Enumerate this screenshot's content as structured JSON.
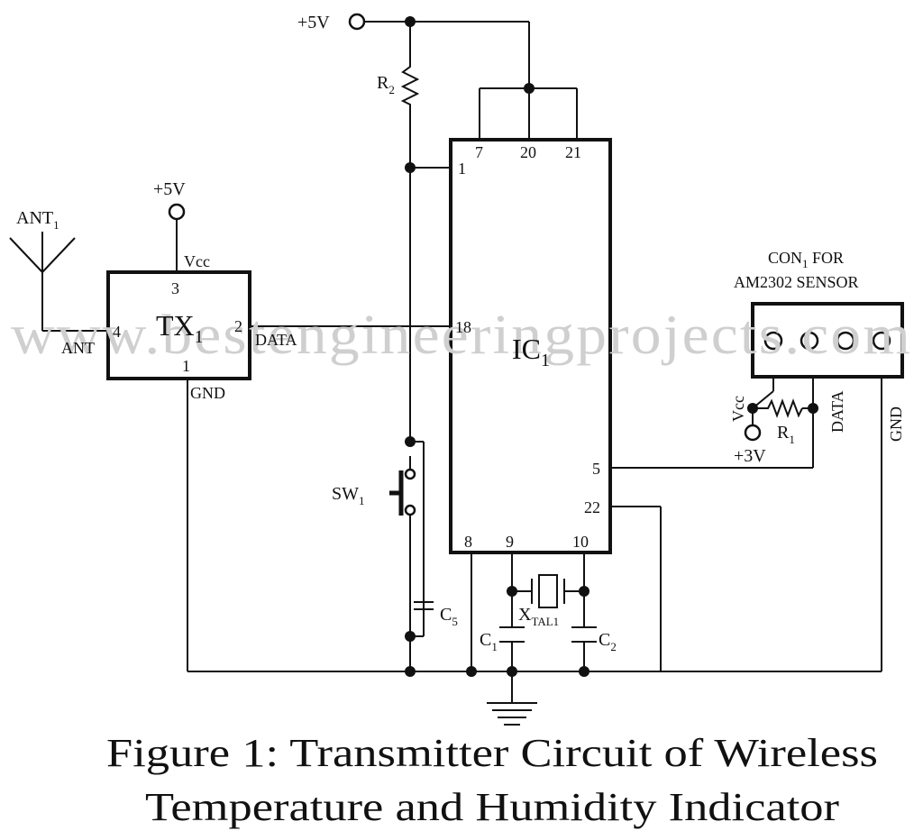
{
  "watermark": "www.bestengineeringprojects.com",
  "caption": {
    "line1": "Figure 1: Transmitter Circuit of Wireless",
    "line2": "Temperature and Humidity Indicator"
  },
  "labels": {
    "v5_top": "+5V",
    "v5_tx": "+5V",
    "v3": "+3V",
    "r2": "R",
    "r2_sub": "2",
    "r1": "R",
    "r1_sub": "1",
    "ant": "ANT",
    "ant_sub": "1",
    "ant_pin": "ANT",
    "tx": "TX",
    "tx_sub": "1",
    "tx_vcc": "Vcc",
    "tx_data": "DATA",
    "tx_gnd": "GND",
    "ic": "IC",
    "ic_sub": "1",
    "sw": "SW",
    "sw_sub": "1",
    "c5": "C",
    "c5_sub": "5",
    "c1": "C",
    "c1_sub": "1",
    "c2": "C",
    "c2_sub": "2",
    "xtal": "X",
    "xtal_sub": "TAL1",
    "con_line1_a": "CON",
    "con_line1_sub": "1",
    "con_line1_b": " FOR",
    "con_line2": "AM2302 SENSOR",
    "con_vcc": "Vcc",
    "con_data": "DATA",
    "con_gnd": "GND"
  },
  "pins": {
    "tx": {
      "p3": "3",
      "p4": "4",
      "p2": "2",
      "p1": "1"
    },
    "ic": {
      "p7": "7",
      "p20": "20",
      "p21": "21",
      "p1": "1",
      "p18": "18",
      "p5": "5",
      "p22": "22",
      "p8": "8",
      "p9": "9",
      "p10": "10"
    }
  },
  "colors": {
    "ink": "#111111",
    "watermark": "#cfcfcf",
    "background": "#ffffff"
  }
}
